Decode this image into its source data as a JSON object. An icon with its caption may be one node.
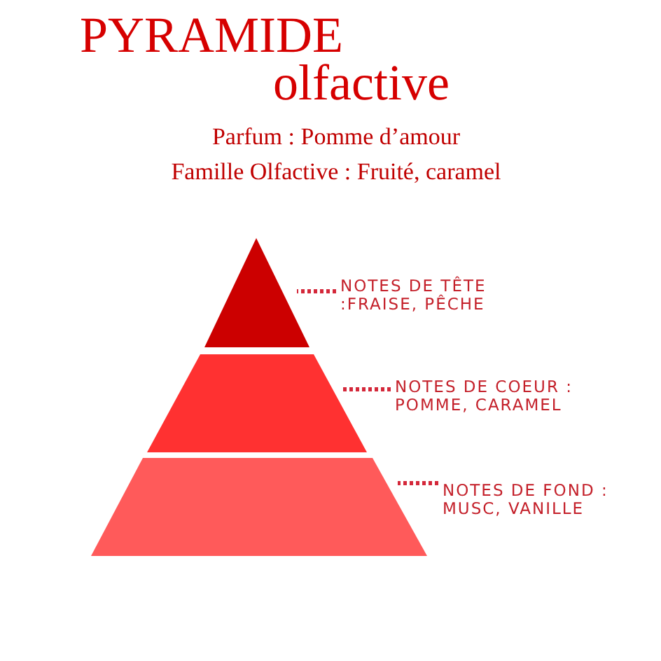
{
  "diagram": {
    "title": "PYRAMIDE olfactive",
    "nodes": [
      {
        "text": [
          "NOTES DE TÊTE :FRAISE, PÊCHE"
        ]
      },
      {
        "text": [],
        "shape": "triangle"
      },
      {
        "text": [
          "NOTES DE COEUR : POMME, CARAMEL"
        ]
      },
      {
        "text": [],
        "shape": "trapezoid"
      },
      {
        "text": [
          "NOTES DE FOND : MUSC, VANILLE"
        ]
      },
      {
        "text": [],
        "shape": "trapezoid"
      }
    ],
    "edges": [
      {
        "from": 0,
        "to": 1,
        "arrow": "none",
        "style": "dashed"
      },
      {
        "from": 2,
        "to": 3,
        "arrow": "none",
        "style": "dashed"
      },
      {
        "from": 4,
        "to": 5,
        "arrow": "none",
        "style": "dashed"
      }
    ],
    "labels": [
      "Parfum : Pomme d’amour",
      "Famille Olfactive : Fruité, caramel"
    ]
  }
}
